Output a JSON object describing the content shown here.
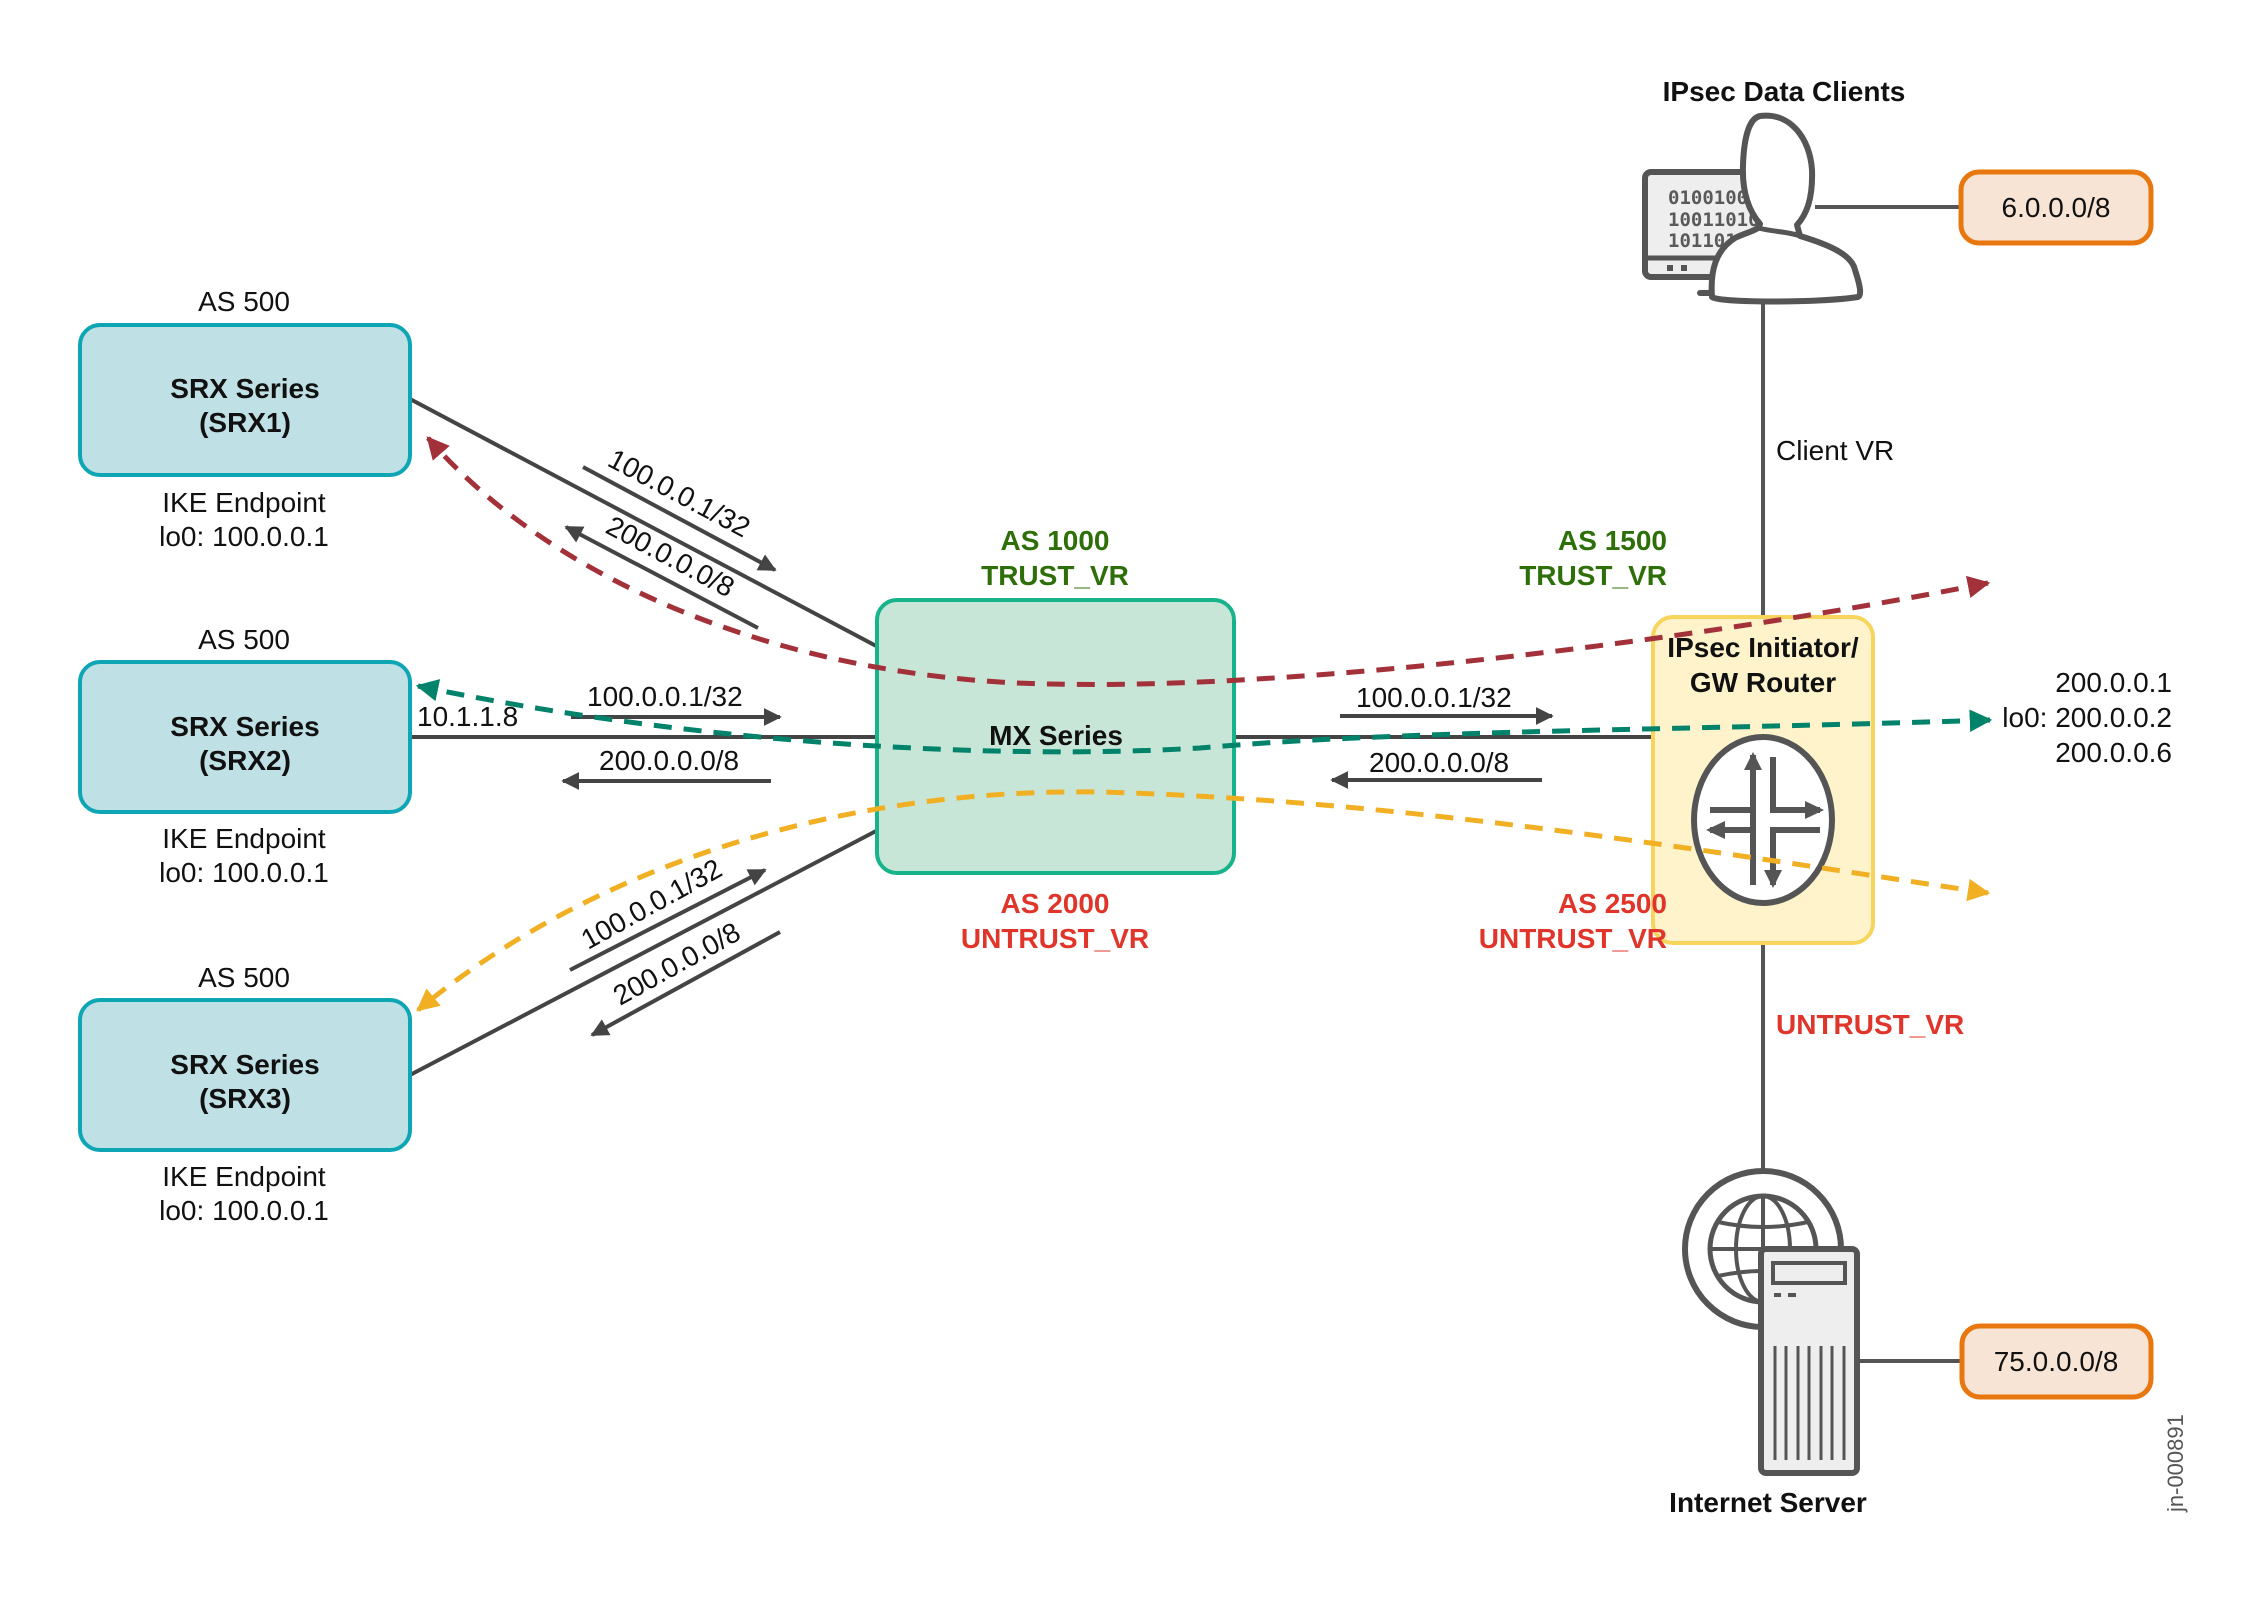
{
  "diagram": {
    "srx_nodes": [
      {
        "as": "AS 500",
        "title": "SRX Series",
        "subtitle": "(SRX1)",
        "role": "IKE Endpoint",
        "lo0": "lo0: 100.0.0.1"
      },
      {
        "as": "AS 500",
        "title": "SRX Series",
        "subtitle": "(SRX2)",
        "role": "IKE Endpoint",
        "lo0": "lo0: 100.0.0.1",
        "link_ip": "10.1.1.8"
      },
      {
        "as": "AS 500",
        "title": "SRX Series",
        "subtitle": "(SRX3)",
        "role": "IKE Endpoint",
        "lo0": "lo0: 100.0.0.1"
      }
    ],
    "left_links": [
      {
        "advertised": "100.0.0.1/32",
        "received": "200.0.0.0/8"
      },
      {
        "advertised": "100.0.0.1/32",
        "received": "200.0.0.0/8"
      },
      {
        "advertised": "100.0.0.1/32",
        "received": "200.0.0.0/8"
      }
    ],
    "mx": {
      "title": "MX Series",
      "trust_as": "AS 1000",
      "trust_vr": "TRUST_VR",
      "untrust_as": "AS 2000",
      "untrust_vr": "UNTRUST_VR"
    },
    "right_link": {
      "advertised": "100.0.0.1/32",
      "received": "200.0.0.0/8"
    },
    "gw": {
      "title_line1": "IPsec Initiator/",
      "title_line2": "GW Router",
      "trust_as": "AS 1500",
      "trust_vr": "TRUST_VR",
      "untrust_as": "AS 2500",
      "untrust_vr": "UNTRUST_VR",
      "addresses": [
        "200.0.0.1",
        "lo0: 200.0.0.2",
        "200.0.0.6"
      ]
    },
    "clients": {
      "title": "IPsec Data Clients",
      "screen_lines": [
        "0100100",
        "10011010",
        "101101"
      ],
      "prefix": "6.0.0.0/8",
      "link_label": "Client VR"
    },
    "server": {
      "title": "Internet Server",
      "prefix": "75.0.0.0/8",
      "link_label": "UNTRUST_VR"
    },
    "figure_id": "jn-000891",
    "colors": {
      "srx_fill": "#bfe0e4",
      "srx_stroke": "#0ea5b5",
      "mx_fill": "#c8e6d8",
      "mx_stroke": "#17b38a",
      "gw_fill": "#fff3cc",
      "gw_stroke": "#f7d55c",
      "prefix_fill": "#f8e4d4",
      "prefix_stroke": "#e8770f",
      "trust": "#2f6f0a",
      "untrust": "#e0352b",
      "flow_srx1": "#a3313a",
      "flow_srx2": "#00836a",
      "flow_srx3": "#f1b024",
      "line": "#444444"
    }
  }
}
